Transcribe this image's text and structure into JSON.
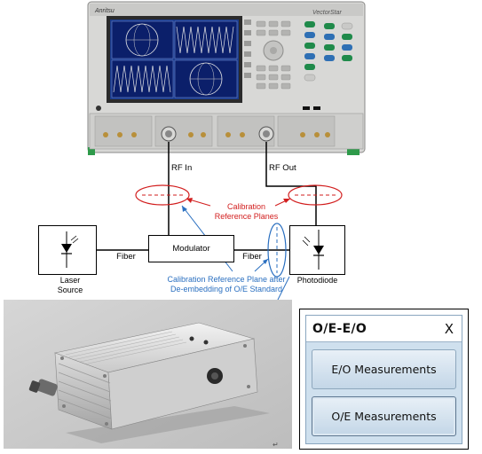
{
  "instrument": {
    "brand": "Anritsu",
    "model": "VectorStar"
  },
  "diagram": {
    "rf_in": "RF In",
    "rf_out": "RF Out",
    "fiber_left": "Fiber",
    "fiber_right": "Fiber",
    "modulator": "Modulator",
    "laser_source": "Laser\nSource",
    "photodiode": "Photodiode",
    "cal_planes": "Calibration\nReference Planes",
    "cal_plane_deembed": "Calibration Reference Plane after\nDe-embedding of O/E Standard"
  },
  "dialog": {
    "title": "O/E-E/O",
    "close": "X",
    "eo_button": "E/O Measurements",
    "oe_button": "O/E Measurements"
  },
  "colors": {
    "calibration_red": "#d21e1e",
    "deembed_blue": "#2a6fc0",
    "dialog_bg": "#cfe0ee"
  }
}
